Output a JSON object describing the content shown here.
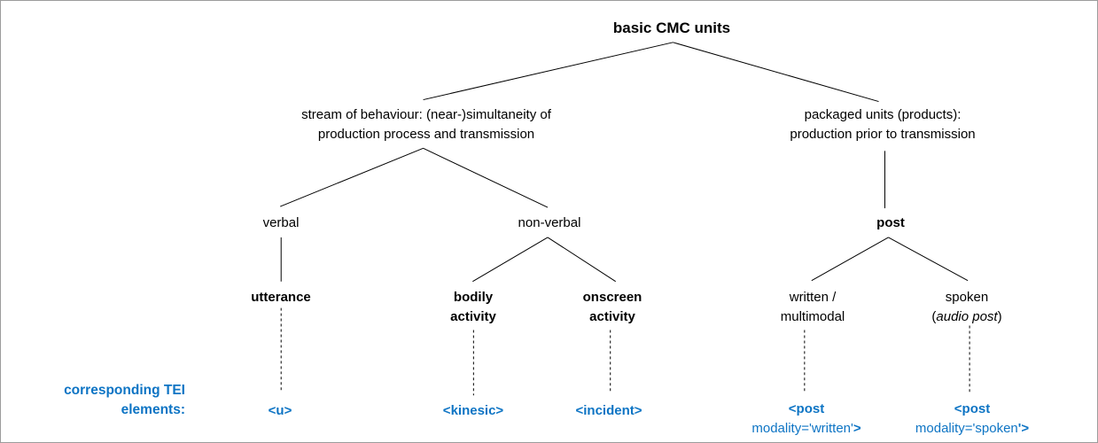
{
  "diagram": {
    "root": "basic CMC units",
    "stream_branch": {
      "line1": "stream of behaviour: (near-)simultaneity of",
      "line2": "production process and transmission"
    },
    "packaged_branch": {
      "line1": "packaged units (products):",
      "line2": "production prior to transmission"
    },
    "verbal": "verbal",
    "nonverbal": "non-verbal",
    "post": "post",
    "utterance": "utterance",
    "bodily": {
      "line1": "bodily",
      "line2": "activity"
    },
    "onscreen": {
      "line1": "onscreen",
      "line2": "activity"
    },
    "written": {
      "line1": "written /",
      "line2": "multimodal"
    },
    "spoken": {
      "line1": "spoken",
      "paren_open": "(",
      "italic": "audio post",
      "paren_close": ")"
    },
    "tei": {
      "heading_line1": "corresponding TEI",
      "heading_line2": "elements:",
      "u": "<u>",
      "kinesic": "<kinesic>",
      "incident": "<incident>",
      "post_written": {
        "line1": "<post",
        "attr": "modality='written'",
        "close": ">"
      },
      "post_spoken": {
        "line1": "<post",
        "attr": "modality='spoken",
        "close": "'>"
      }
    },
    "colors": {
      "tei_blue": "#0d74c4",
      "line_black": "#000000",
      "border_gray": "#9c9c9c"
    }
  }
}
